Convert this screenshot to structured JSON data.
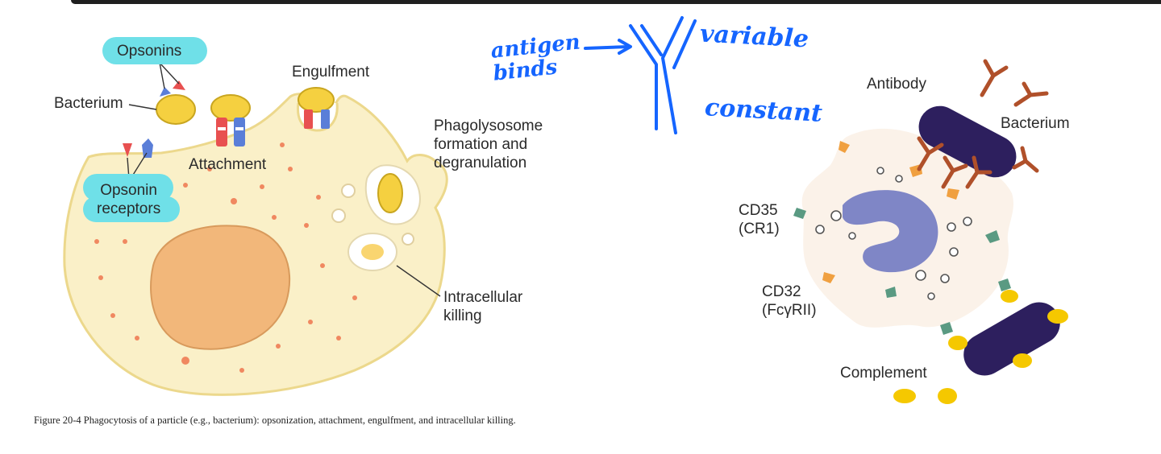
{
  "left_diagram": {
    "labels": {
      "opsonins": "Opsonins",
      "bacterium": "Bacterium",
      "engulfment": "Engulfment",
      "attachment": "Attachment",
      "opsonin_receptors": "Opsonin\nreceptors",
      "phagolysosome": "Phagolysosome\nformation and\ndegranulation",
      "intracellular_killing": "Intracellular\nkilling"
    },
    "caption": "Figure 20-4 Phagocytosis of a particle (e.g., bacterium): opsonization, attachment, engulfment, and intracellular killing."
  },
  "annotations": {
    "antigen_binds": "antigen\nbinds",
    "variable": "variable",
    "constant": "constant"
  },
  "right_diagram": {
    "labels": {
      "antibody": "Antibody",
      "bacterium": "Bacterium",
      "cd35": "CD35\n(CR1)",
      "cd32": "CD32\n(FcγRII)",
      "complement": "Complement"
    }
  },
  "colors": {
    "cell_fill": "#faf0c8",
    "nucleus": "#f2b77a",
    "bacterium_yellow": "#f5d040",
    "pill": "#6fe0e8",
    "handwriting": "#1565ff",
    "antibody_brown": "#b0502a",
    "bacterium_dark": "#2d1f5e",
    "neutrophil_nucleus": "#7f86c6",
    "complement_yellow": "#f5c800",
    "receptor_teal": "#5a9a82",
    "receptor_orange": "#f0a040"
  }
}
